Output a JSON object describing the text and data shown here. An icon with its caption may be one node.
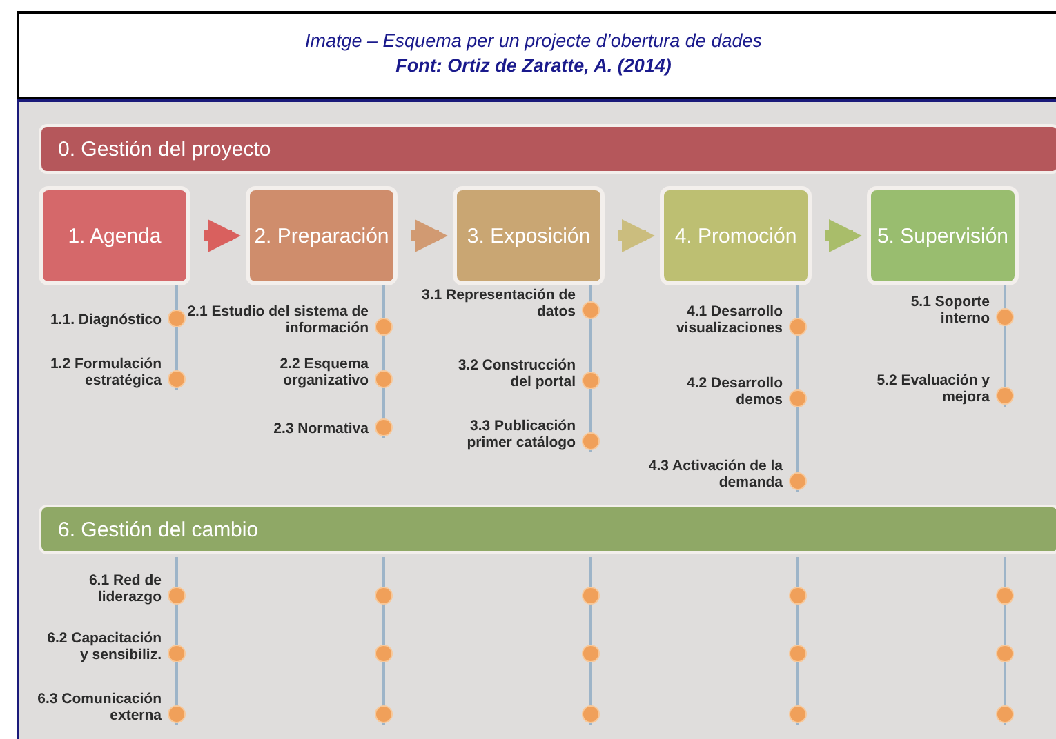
{
  "diagram": {
    "title": "Imatge – Esquema per un projecte d’obertura de dades",
    "caption": "Font: Ortiz de Zaratte, A. (2014)",
    "nodes": [
      {
        "text": [
          "0. Gestión del proyecto"
        ]
      },
      {
        "text": [
          "1. Agenda"
        ]
      },
      {
        "text": [
          "2. Preparación"
        ]
      },
      {
        "text": [
          "3. Exposición"
        ]
      },
      {
        "text": [
          "4. Promoción"
        ]
      },
      {
        "text": [
          "5. Supervisión"
        ]
      },
      {
        "text": [
          "6. Gestión del cambio"
        ]
      }
    ],
    "edges": [
      {
        "from": 1,
        "to": 2,
        "arrow": "to",
        "color": "#d9605e"
      },
      {
        "from": 2,
        "to": 3,
        "arrow": "to",
        "color": "#d19a72"
      },
      {
        "from": 3,
        "to": 4,
        "arrow": "to",
        "color": "#cbbd7e"
      },
      {
        "from": 4,
        "to": 5,
        "arrow": "to",
        "color": "#a9bd6a"
      }
    ],
    "labels": [
      "1.1. Diagnóstico",
      "1.2 Formulación estratégica",
      "2.1 Estudio del sistema de información",
      "2.2 Esquema organizativo",
      "2.3 Normativa",
      "3.1 Representación de datos",
      "3.2 Construcción del portal",
      "3.3 Publicación primer catálogo",
      "4.1 Desarrollo visualizaciones",
      "4.2 Desarrollo demos",
      "4.3 Activación de la demanda",
      "5.1 Soporte interno",
      "5.2 Evaluación y mejora",
      "6.1 Red de liderazgo",
      "6.2 Capacitación y sensibiliz.",
      "6.3 Comunicación externa"
    ]
  }
}
